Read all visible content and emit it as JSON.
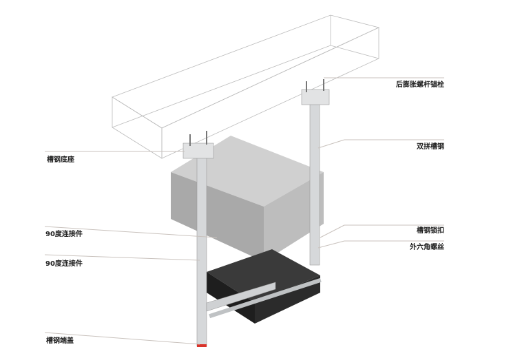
{
  "labels_left": [
    {
      "text": "槽钢底座"
    },
    {
      "text": "90度连接件"
    },
    {
      "text": "90度连接件"
    },
    {
      "text": "槽钢端盖"
    }
  ],
  "labels_right": [
    {
      "text": "后膨胀螺杆锚栓"
    },
    {
      "text": "双拼槽钢"
    },
    {
      "text": "槽钢锁扣"
    },
    {
      "text": "外六角螺丝"
    }
  ],
  "colors": {
    "leader": "#c9c2bd",
    "duct": "#b5b5b5",
    "channel": "#d6d8da",
    "tray": "#2a2a2a",
    "end_cap": "#d9342b"
  }
}
